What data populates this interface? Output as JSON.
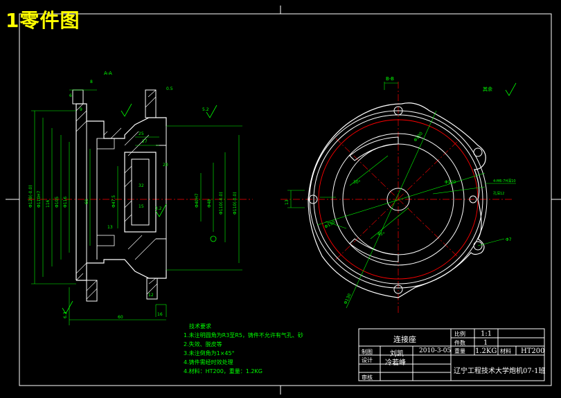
{
  "badge": "1零件图",
  "colors": {
    "frame": "#ffffff",
    "outline": "#ffffff",
    "dimension": "#00ff00",
    "center": "#ff0000",
    "hatch": "#ffffff",
    "title": "#ffff00"
  },
  "section_views": {
    "left_label": "A-A",
    "right_label": "B-B",
    "roughness_note": "其余"
  },
  "left_dims": [
    "Φ128(-0.0)",
    "Φ110H7",
    "Φ105",
    "116",
    "Φ116",
    "Φ47.5",
    "Φ40H7",
    "Φ48",
    "Φ110(-0.0)",
    "8",
    "9",
    "27",
    "25",
    "0.5",
    "20",
    "15",
    "32",
    "13",
    "16",
    "5.2",
    "3.2",
    "6.3",
    "60",
    "16",
    "12",
    "6"
  ],
  "right_dims": [
    "Φ130",
    "Φ120",
    "Φ130",
    "Φ100",
    "30°",
    "45°",
    "Φ7",
    "13",
    "4-M6-7H深10",
    "孔深12"
  ],
  "tech": {
    "title": "技术要求",
    "items": [
      "1.未注明圆角为R3至R5，铸件不允许有气孔、砂",
      "2.失效、脱皮等",
      "3.未注倒角为1×45°",
      "4.铸件需经时效处理",
      "4.材料：HT200，重量：1.2KG"
    ]
  },
  "title_block": {
    "part_name": "连接座",
    "scale_label": "比例",
    "scale": "1:1",
    "qty_label": "件数",
    "qty": "1",
    "weight_label": "重量",
    "weight": "1.2KG",
    "material_label": "材料",
    "material": "HT200",
    "drawn_label": "制图",
    "drawn_by": "刘凯",
    "date": "2010-3-05",
    "design_label": "设计",
    "designer": "冷若峰",
    "check_label": "审核",
    "school": "辽宁工程技术大学炮机07-1班"
  }
}
